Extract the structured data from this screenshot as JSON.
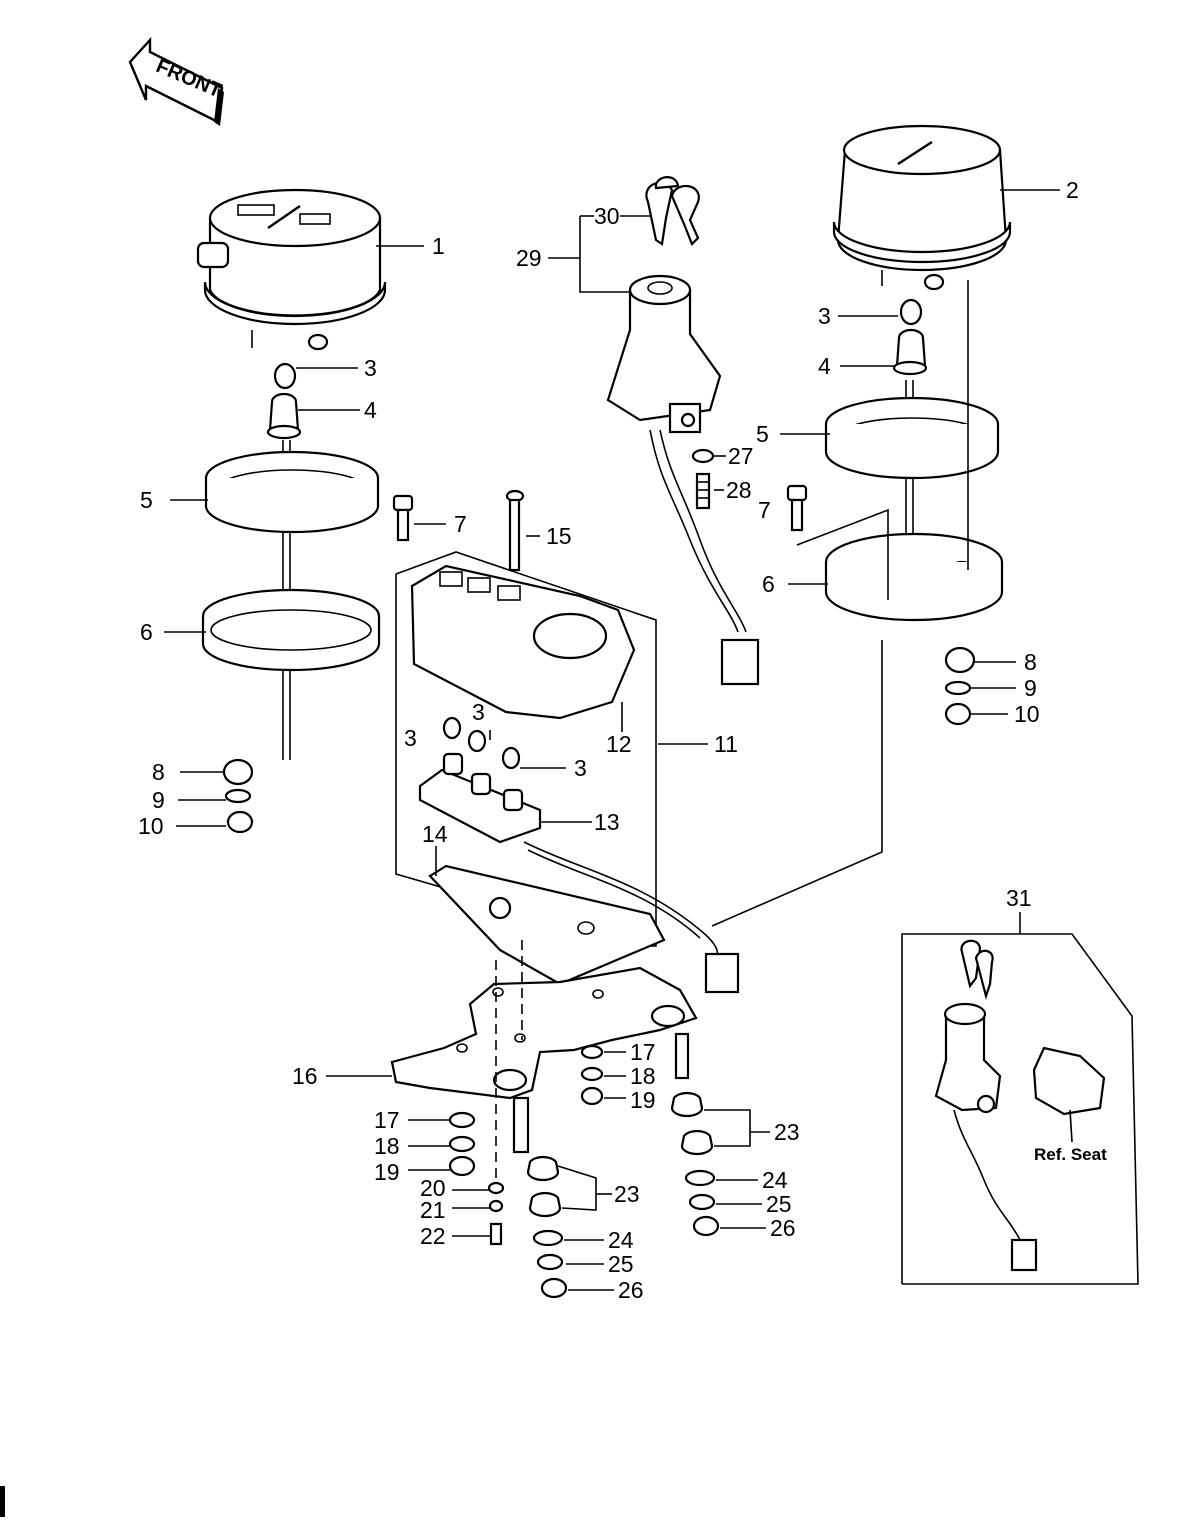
{
  "front_marker": "FRONT",
  "ref_seat_label": "Ref. Seat",
  "callouts": [
    "1",
    "2",
    "3",
    "3",
    "3",
    "3",
    "3",
    "4",
    "4",
    "5",
    "5",
    "6",
    "6",
    "7",
    "7",
    "8",
    "8",
    "9",
    "9",
    "10",
    "10",
    "11",
    "12",
    "13",
    "14",
    "15",
    "16",
    "17",
    "17",
    "18",
    "18",
    "19",
    "19",
    "20",
    "21",
    "22",
    "23",
    "23",
    "24",
    "24",
    "25",
    "25",
    "26",
    "26",
    "27",
    "28",
    "29",
    "30",
    "31"
  ]
}
